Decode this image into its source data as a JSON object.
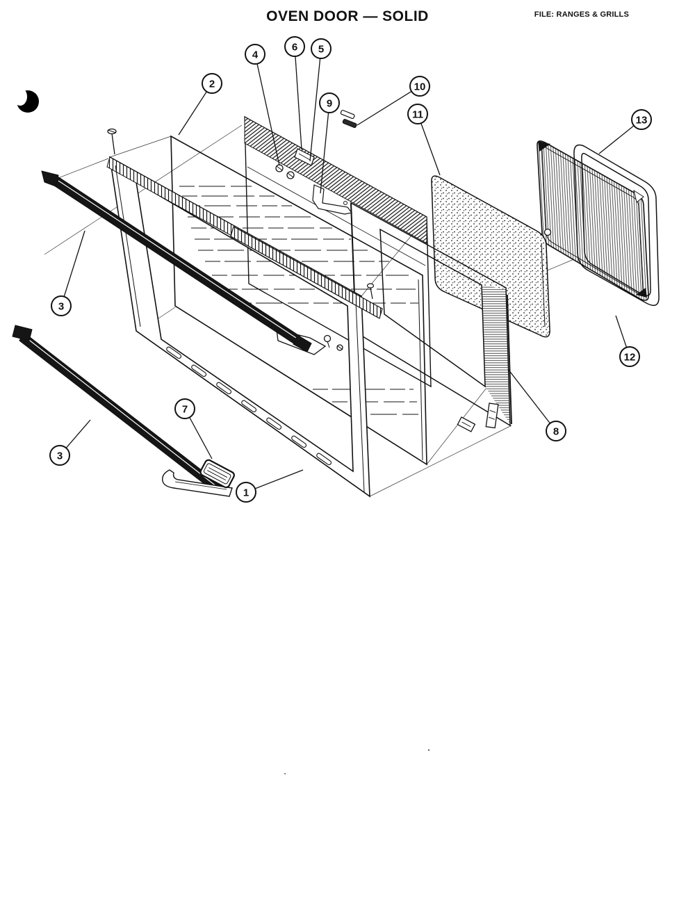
{
  "header": {
    "title": "OVEN DOOR — SOLID",
    "file_label": "FILE: RANGES & GRILLS"
  },
  "colors": {
    "ink": "#111111",
    "paper": "#ffffff"
  },
  "callouts": [
    {
      "label": "2"
    },
    {
      "label": "4"
    },
    {
      "label": "6"
    },
    {
      "label": "5"
    },
    {
      "label": "9"
    },
    {
      "label": "10"
    },
    {
      "label": "11"
    },
    {
      "label": "13"
    },
    {
      "label": "3"
    },
    {
      "label": "3"
    },
    {
      "label": "7"
    },
    {
      "label": "1"
    },
    {
      "label": "8"
    },
    {
      "label": "12"
    }
  ]
}
